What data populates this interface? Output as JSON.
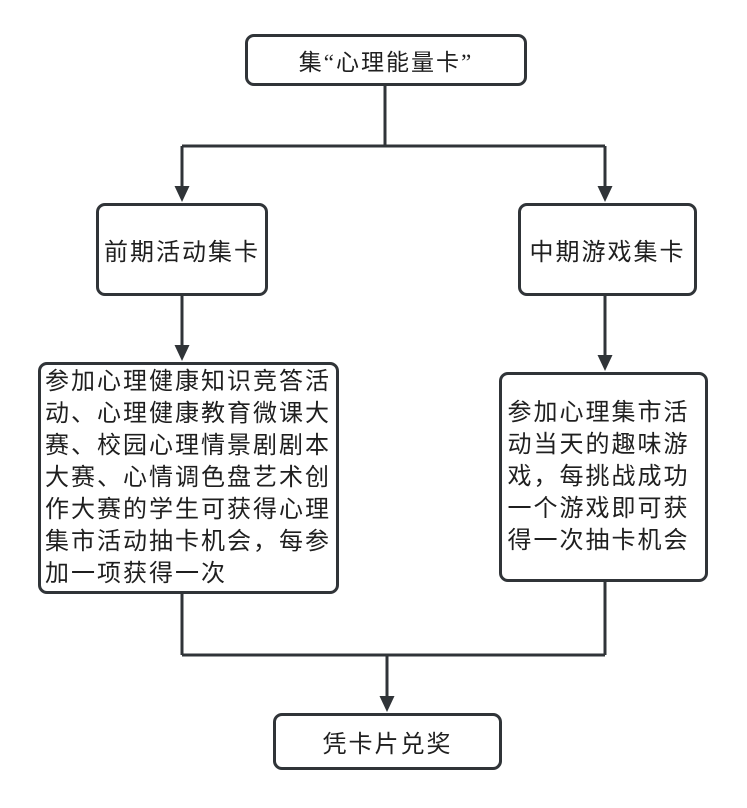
{
  "colors": {
    "line": "#303438",
    "text": "#1f1f1f",
    "background": "#ffffff"
  },
  "nodes": {
    "root": {
      "label": "集“心理能量卡”"
    },
    "left_branch": {
      "label": "前期活动集卡"
    },
    "right_branch": {
      "label": "中期游戏集卡"
    },
    "left_detail": {
      "label": "参加心理健康知识竞答活动、心理健康教育微课大赛、校园心理情景剧剧本大赛、心情调色盘艺术创作大赛的学生可获得心理集市活动抽卡机会，每参加一项获得一次"
    },
    "right_detail": {
      "label": "参加心理集市活动当天的趣味游戏，每挑战成功一个游戏即可获得一次抽卡机会"
    },
    "result": {
      "label": "凭卡片兑奖"
    }
  }
}
